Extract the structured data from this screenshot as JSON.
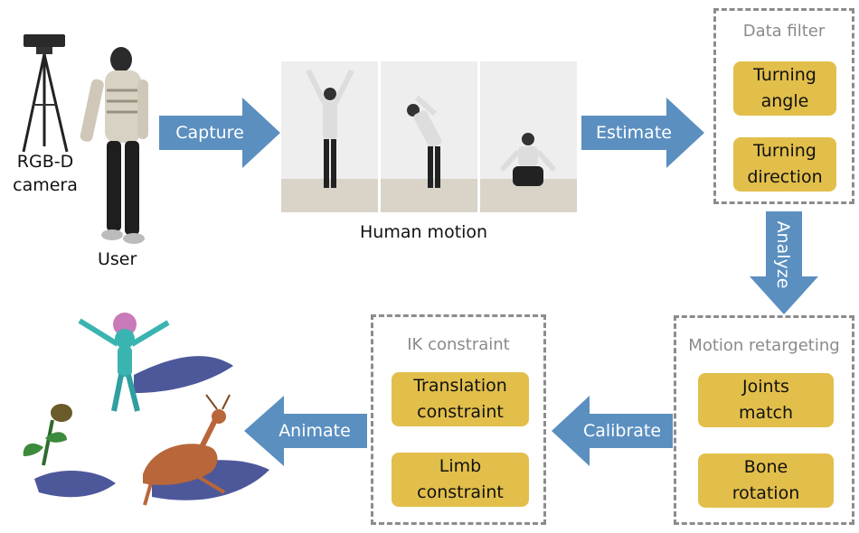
{
  "camera_label": "RGB-D\ncamera",
  "user_label": "User",
  "human_motion_label": "Human motion",
  "arrows": {
    "capture": "Capture",
    "estimate": "Estimate",
    "analyze": "Analyze",
    "calibrate": "Calibrate",
    "animate": "Animate"
  },
  "data_filter": {
    "title": "Data filter",
    "items": [
      "Turning\nangle",
      "Turning\ndirection"
    ]
  },
  "motion_retargeting": {
    "title": "Motion retargeting",
    "items": [
      "Joints\nmatch",
      "Bone\nrotation"
    ]
  },
  "ik_constraint": {
    "title": "IK constraint",
    "items": [
      "Translation\nconstraint",
      "Limb\nconstraint"
    ]
  },
  "colors": {
    "arrow": "#5b8fc0",
    "box_fill": "#e2bf4b",
    "dashed_border": "#8c8c8c"
  }
}
